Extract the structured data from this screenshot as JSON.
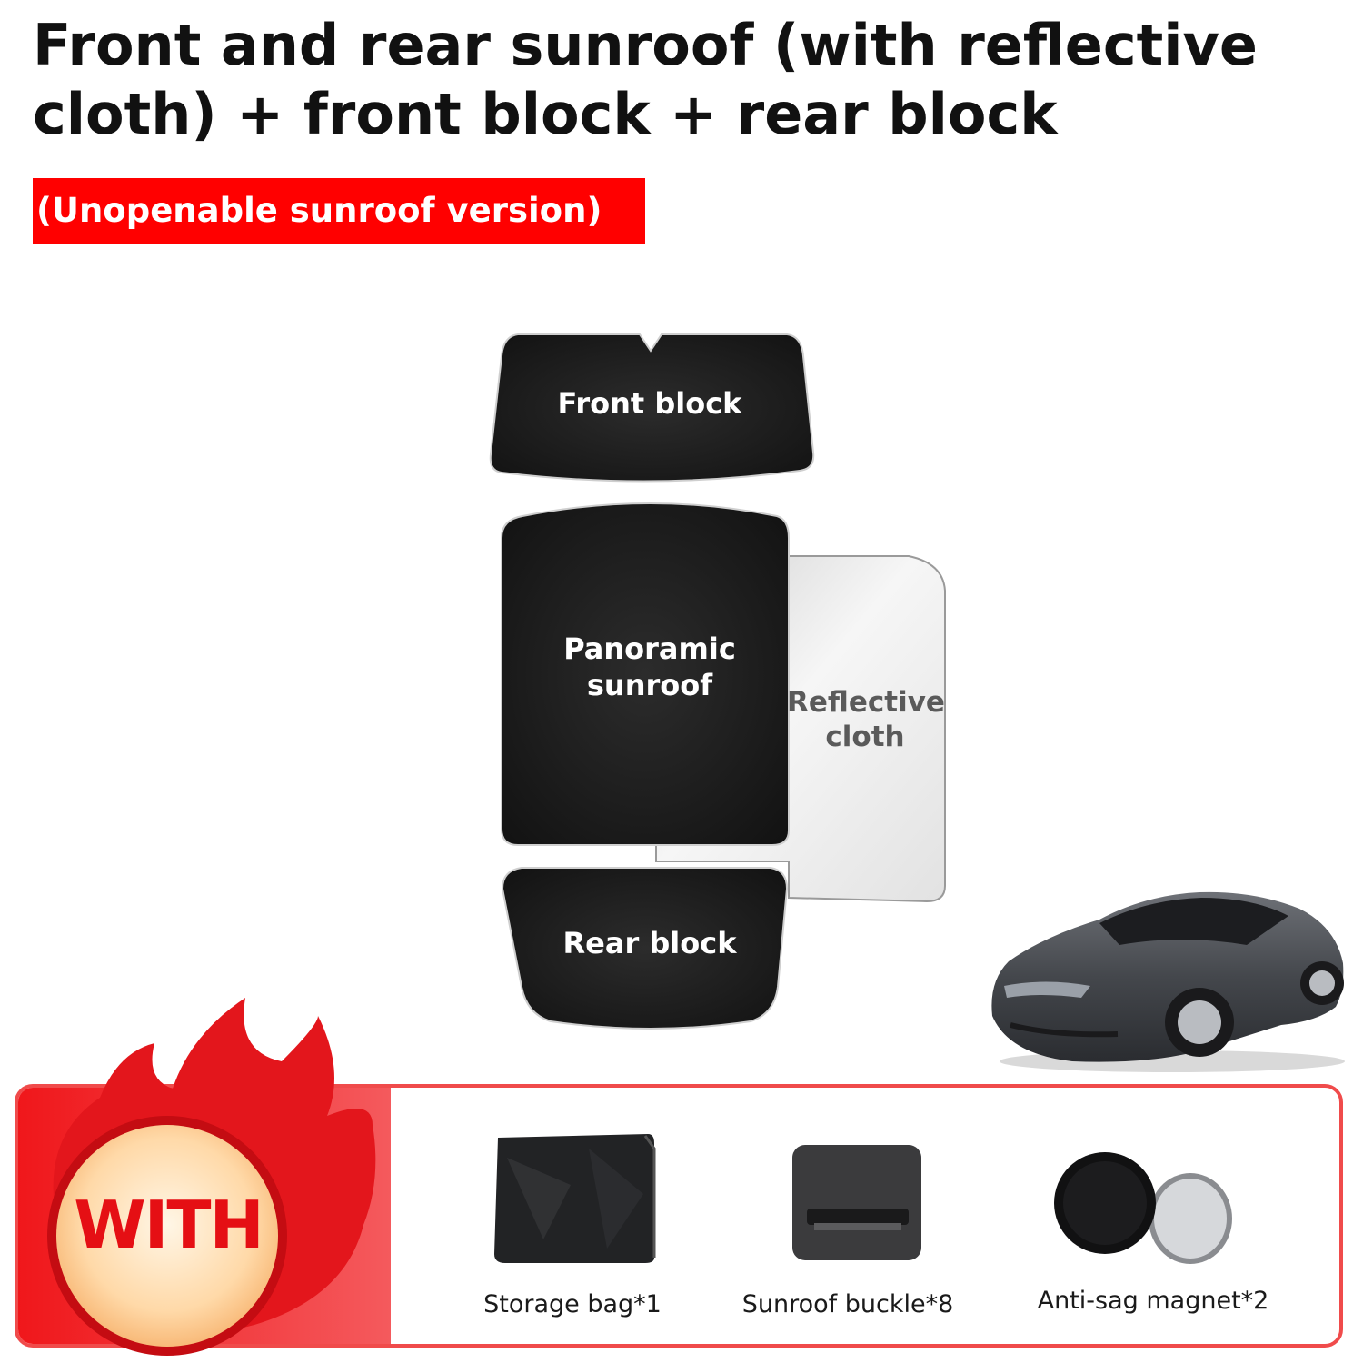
{
  "title": {
    "line1": "Front and rear sunroof (with reflective",
    "line2": "cloth) + front block + rear block"
  },
  "version_tag": "(Unopenable sunroof version)",
  "diagram": {
    "front_block": "Front block",
    "panoramic_line1": "Panoramic",
    "panoramic_line2": "sunroof",
    "reflective_line1": "Reflective",
    "reflective_line2": "cloth",
    "rear_block": "Rear block"
  },
  "included": {
    "badge": "WITH",
    "items": [
      {
        "label": "Storage bag*1",
        "icon": "storage-bag-icon"
      },
      {
        "label": "Sunroof buckle*8",
        "icon": "sunroof-buckle-icon"
      },
      {
        "label": "Anti-sag magnet*2",
        "icon": "anti-sag-magnet-icon"
      }
    ]
  },
  "colors": {
    "accent_red": "#ff0000",
    "shade_black": "#111111",
    "reflective_silver": "#e9e9e9",
    "car_gray": "#4a4d52"
  }
}
